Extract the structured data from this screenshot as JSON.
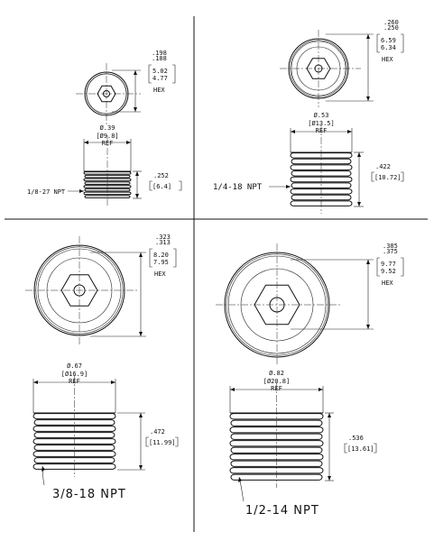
{
  "drawing": {
    "title": ""
  },
  "plugs": [
    {
      "id": "p18",
      "thread_label": "1/8-27 NPT",
      "hex_dim": {
        "upper": ".198",
        "lower": ".188",
        "mm_upper": "5.02",
        "mm_lower": "4.77",
        "note": "HEX"
      },
      "dia_dim": {
        "inch": "Ø.39",
        "mm": "[Ø9.8]",
        "note": "REF"
      },
      "len_dim": {
        "inch": ".252",
        "mm": "[6.4]"
      }
    },
    {
      "id": "p14",
      "thread_label": "1/4-18 NPT",
      "hex_dim": {
        "upper": ".260",
        "lower": ".250",
        "mm_upper": "6.59",
        "mm_lower": "6.34",
        "note": "HEX"
      },
      "dia_dim": {
        "inch": "Ø.53",
        "mm": "[Ø13.5]",
        "note": "REF"
      },
      "len_dim": {
        "inch": ".422",
        "mm": "[10.72]"
      }
    },
    {
      "id": "p38",
      "thread_label": "3/8-18 NPT",
      "hex_dim": {
        "upper": ".323",
        "lower": ".313",
        "mm_upper": "8.20",
        "mm_lower": "7.95",
        "note": "HEX"
      },
      "dia_dim": {
        "inch": "Ø.67",
        "mm": "[Ø16.9]",
        "note": "REF"
      },
      "len_dim": {
        "inch": ".472",
        "mm": "[11.99]"
      }
    },
    {
      "id": "p12",
      "thread_label": "1/2-14 NPT",
      "hex_dim": {
        "upper": ".385",
        "lower": ".375",
        "mm_upper": "9.77",
        "mm_lower": "9.52",
        "note": "HEX"
      },
      "dia_dim": {
        "inch": "Ø.82",
        "mm": "[Ø20.8]",
        "note": "REF"
      },
      "len_dim": {
        "inch": ".536",
        "mm": "[13.61]"
      }
    }
  ]
}
